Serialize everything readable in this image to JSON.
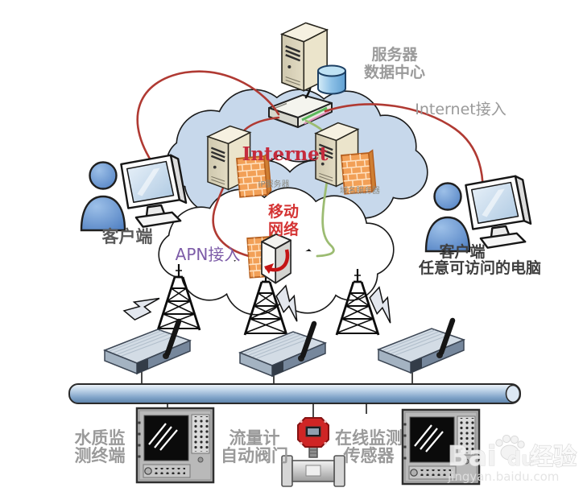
{
  "labels": {
    "top_server": [
      "服务器",
      "数据中心"
    ],
    "internet_access": "Internet接入",
    "internet": "Internet",
    "ip_server": "IP服务器",
    "dns_server": "域名服务器",
    "mobile_network": [
      "移动",
      "网络"
    ],
    "apn_access": "APN接入",
    "client_left": "客户端",
    "client_right": [
      "客户端",
      "任意可访问的电脑"
    ],
    "water_terminal": [
      "水质监",
      "测终端"
    ],
    "flow_valve": [
      "流量计",
      "自动阀门"
    ],
    "online_sensor": [
      "在线监测",
      "传感器"
    ]
  },
  "watermark": {
    "brand_prefix": "Bai",
    "brand_suffix": "du",
    "brand_cn": "经验",
    "url": "jingyan.baidu.com"
  },
  "colors": {
    "cloud_internet_fill": "#c7d8eb",
    "cloud_mobile_fill": "#ffffff",
    "line_red": "#b03a33",
    "line_green": "#9cbc72",
    "internet_text": "#c52b3d",
    "mobile_text": "#d43333",
    "apn_text": "#7d5ca8",
    "gray_label": "#9a9a9a",
    "dark_label": "#3e3e3e",
    "mid_label": "#5a5a5a",
    "small_label": "#8a8a82",
    "firewall_orange": "#f2a057",
    "meter_red": "#cf2525"
  }
}
